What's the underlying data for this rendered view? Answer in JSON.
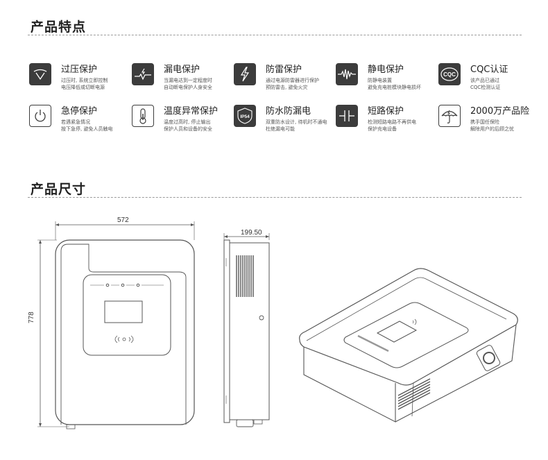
{
  "sections": {
    "features_title": "产品特点",
    "size_title": "产品尺寸"
  },
  "features": [
    {
      "title": "过压保护",
      "desc1": "过压时, 系统立即控制",
      "desc2": "电压降低或切断电源",
      "icon": "voltage-gauge-icon"
    },
    {
      "title": "漏电保护",
      "desc1": "当漏电达到一定程度时",
      "desc2": "自动断电保护人身安全",
      "icon": "leakage-pulse-icon"
    },
    {
      "title": "防雷保护",
      "desc1": "通过电源防雷器进行保护",
      "desc2": "预防雷击, 避免火灾",
      "icon": "lightning-icon"
    },
    {
      "title": "静电保护",
      "desc1": "防静电装置",
      "desc2": "避免充电桩模块静电损坏",
      "icon": "waveform-icon"
    },
    {
      "title": "CQC认证",
      "desc1": "该产品已通过",
      "desc2": "CQC检测认证",
      "icon": "cqc-logo-icon"
    },
    {
      "title": "急停保护",
      "desc1": "若遇紧急情况",
      "desc2": "按下急停, 避免人员触电",
      "icon": "power-icon"
    },
    {
      "title": "温度异常保护",
      "desc1": "温度过高时, 停止输出",
      "desc2": "保护人员和设备的安全",
      "icon": "thermometer-icon"
    },
    {
      "title": "防水防漏电",
      "desc1": "双重防水设计, 待机时不通电",
      "desc2": "杜绝漏电可能",
      "icon": "ip54-shield-icon"
    },
    {
      "title": "短路保护",
      "desc1": "检测短路电路不再供电",
      "desc2": "保护充电设备",
      "icon": "capacitor-icon"
    },
    {
      "title": "2000万产品险",
      "desc1": "携手国任保险",
      "desc2": "解除用户的后顾之忧",
      "icon": "umbrella-icon"
    }
  ],
  "icons": {
    "ip54_text": "IP54",
    "cqc_text": "CQC"
  },
  "dimensions": {
    "width": "572",
    "height": "778",
    "depth": "199.50"
  },
  "colors": {
    "icon_bg": "#3c3c3c",
    "line": "#555555"
  }
}
